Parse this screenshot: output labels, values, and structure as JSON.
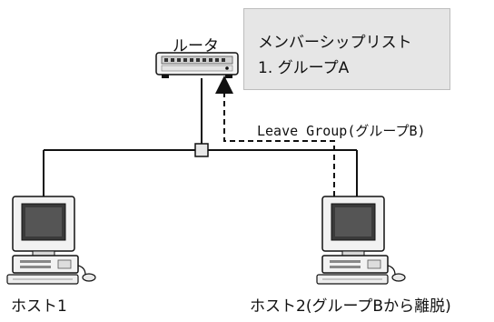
{
  "router": {
    "label": "ルータ"
  },
  "membership": {
    "title": "メンバーシップリスト",
    "items": [
      "1. グループA"
    ]
  },
  "message": {
    "label": "Leave Group(グループB)"
  },
  "hosts": [
    {
      "label": "ホスト1"
    },
    {
      "label": "ホスト2(グループBから離脱)"
    }
  ],
  "colors": {
    "line": "#111111",
    "box": "#e6e6e6",
    "screen": "#3a3a3a"
  }
}
